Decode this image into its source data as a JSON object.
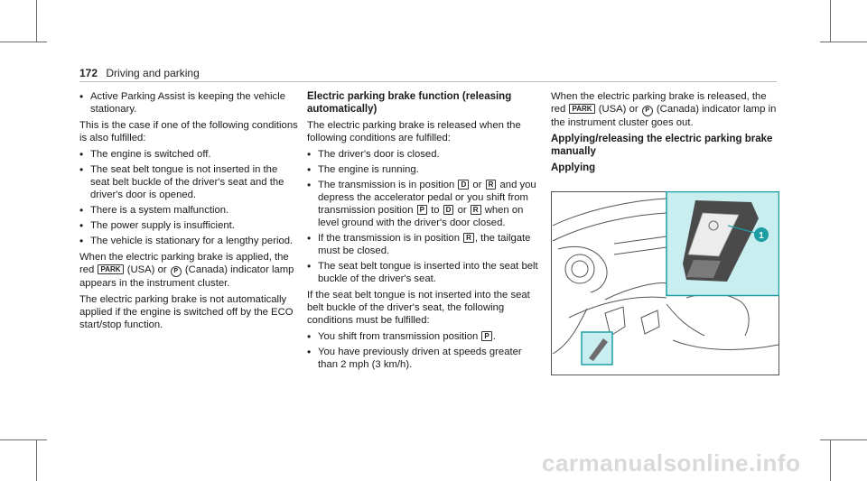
{
  "header": {
    "page_number": "172",
    "section": "Driving and parking"
  },
  "col1": {
    "bullet_top": "Active Parking Assist is keeping the vehicle stationary.",
    "para1": "This is the case if one of the following conditions is also fulfilled:",
    "list": [
      "The engine is switched off.",
      "The seat belt tongue is not inserted in the seat belt buckle of the driver's seat and the driver's door is opened.",
      "There is a system malfunction.",
      "The power supply is insufficient.",
      "The vehicle is stationary for a lengthy period."
    ],
    "para2_a": "When the electric parking brake is applied, the red",
    "park_symbol": "PARK",
    "usa": "(USA) or",
    "p_symbol": "P",
    "para2_b": "(Canada) indicator lamp appears in the instrument cluster.",
    "para3": "The electric parking brake is not automatically applied if the engine is switched off by the ECO start/stop function."
  },
  "col2": {
    "heading": "Electric parking brake function (releasing automatically)",
    "intro": "The electric parking brake is released when the following conditions are fulfilled:",
    "item1": "The driver's door is closed.",
    "item2": "The engine is running.",
    "item3": {
      "a": "The transmission is in position",
      "d1": "D",
      "or1": "or",
      "r1": "R",
      "b": "and you depress the accelerator pedal or you shift from transmission position",
      "p": "P",
      "to": "to",
      "d2": "D",
      "or2": "or",
      "r2": "R",
      "c": "when on level ground with the driver's door closed."
    },
    "item4": {
      "a": "If the transmission is in position",
      "r": "R",
      "b": ", the tailgate must be closed."
    },
    "item5": "The seat belt tongue is inserted into the seat belt buckle of the driver's seat.",
    "para": "If the seat belt tongue is not inserted into the seat belt buckle of the driver's seat, the following conditions must be fulfilled:",
    "item6": {
      "a": "You shift from transmission position",
      "p": "P",
      "b": "."
    },
    "item7": "You have previously driven at speeds greater than 2 mph (3 km/h)."
  },
  "col3": {
    "para_a": "When the electric parking brake is released, the red",
    "park_symbol": "PARK",
    "usa": "(USA) or",
    "p_symbol": "P",
    "para_b": "(Canada) indicator lamp in the instrument cluster goes out.",
    "heading": "Applying/releasing the electric parking brake manually",
    "subheading": "Applying",
    "callout": "1"
  },
  "colors": {
    "highlight": "#c9eef0",
    "accent": "#1d9ea5"
  },
  "watermark": "carmanualsonline.info"
}
